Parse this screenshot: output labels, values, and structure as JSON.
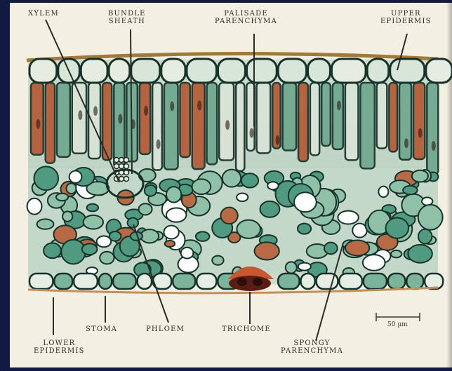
{
  "labels": {
    "xylem": "XYLEM",
    "bundle_sheath_1": "BUNDLE",
    "bundle_sheath_2": "SHEATH",
    "palisade_1": "PALISADE",
    "palisade_2": "PARENCHYMA",
    "upper_epidermis_1": "UPPER",
    "upper_epidermis_2": "EPIDERMIS",
    "lower_epidermis_1": "LOWER",
    "lower_epidermis_2": "EPIDERMIS",
    "stoma": "STOMA",
    "phloem": "PHLOEM",
    "trichome": "TRICHOME",
    "spongy_1": "SPONGY",
    "spongy_2": "PARENCHYMA"
  },
  "scale_bar": {
    "text": "50 µm"
  },
  "colors": {
    "background": "#f3efe2",
    "border": "#121a44",
    "cell_green": "#4f9a80",
    "cell_wall": "#16332b",
    "palisade_red": "#b55a35",
    "cuticle": "#a07a3a"
  }
}
